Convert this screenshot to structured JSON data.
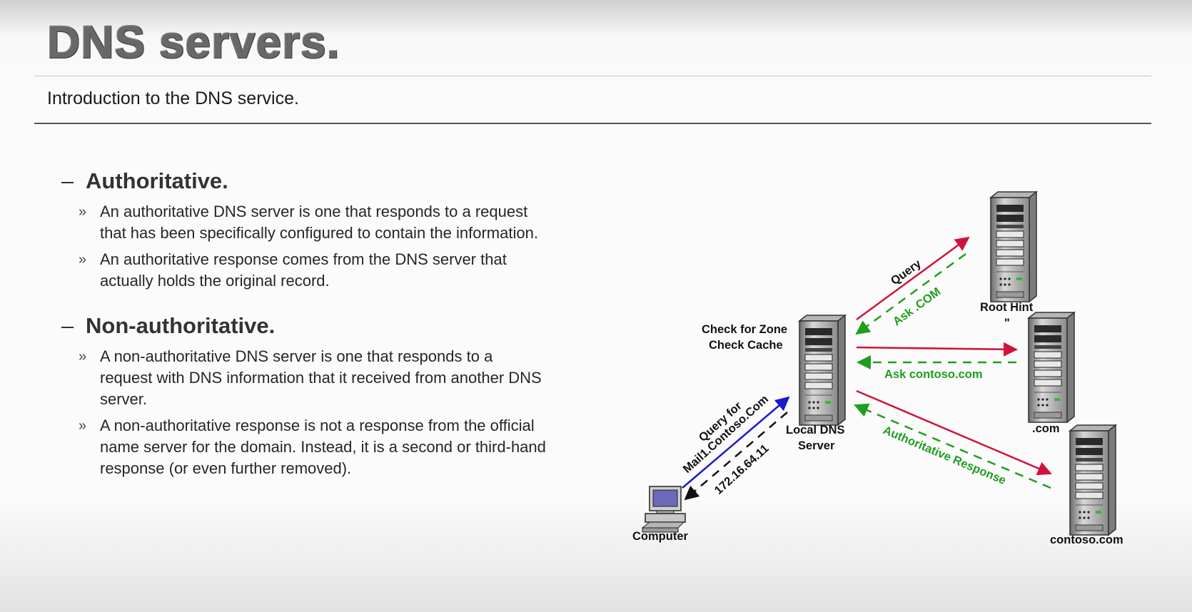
{
  "slide": {
    "title": "DNS servers.",
    "subtitle": "Introduction to the DNS service."
  },
  "sections": [
    {
      "heading": "Authoritative.",
      "items": [
        "An authoritative DNS server is one that responds to a request that has been specifically configured to contain the information.",
        "An authoritative response comes from the DNS server that actually holds the original record."
      ]
    },
    {
      "heading": "Non-authoritative.",
      "items": [
        "A non-authoritative DNS server is one that responds to a request with DNS information that it received from another DNS server.",
        "A non-authoritative response is not a response from the official name server for the domain. Instead, it is a second or third-hand response (or even further removed)."
      ]
    }
  ],
  "diagram": {
    "nodes": {
      "computer": "Computer",
      "local_line1": "Local DNS",
      "local_line2": "Server",
      "root_hint": "Root Hint",
      "root_dots": "\"",
      "com": ".com",
      "contoso": "contoso.com"
    },
    "notes": {
      "check_zone": "Check for Zone",
      "check_cache": "Check Cache"
    },
    "arrows": {
      "query_line1": "Query for",
      "query_line2": "Mail1.Contoso.Com",
      "ip_reply": "172.16.64.11",
      "query_root": "Query",
      "ask_com": "Ask .COM",
      "ask_contoso": "Ask contoso.com",
      "authoritative_response": "Authoritative Response"
    },
    "colors": {
      "query_arrow": "#d0123c",
      "response_arrow": "#1f9e1f",
      "client_query": "#1a1acc",
      "client_reply": "#111111"
    }
  }
}
